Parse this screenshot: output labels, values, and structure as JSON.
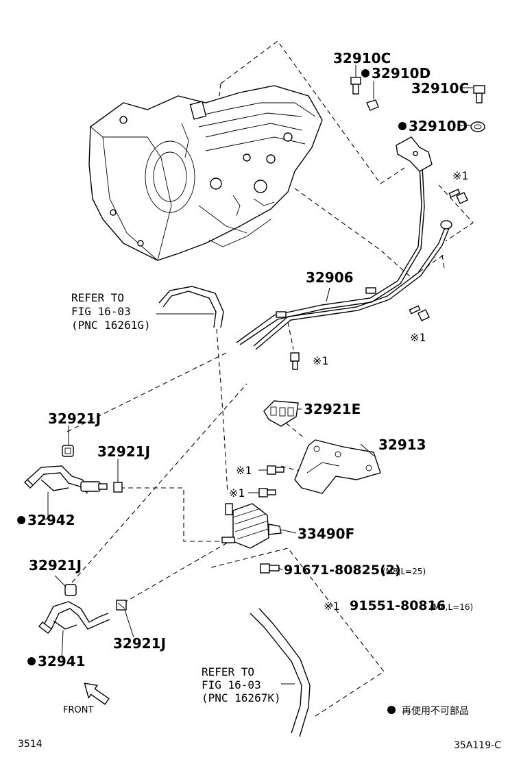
{
  "labels": {
    "p32910C_top": "32910C",
    "p32910D_top": "32910D",
    "p32910C_right": "32910C",
    "p32910D_right": "32910D",
    "p32906": "32906",
    "p32921E": "32921E",
    "p32913": "32913",
    "p32921J_a": "32921J",
    "p32921J_b": "32921J",
    "p32942": "32942",
    "p33490F": "33490F",
    "p32921J_c": "32921J",
    "p32941": "32941",
    "p32921J_d": "32921J",
    "p91671": "91671-80825(2)",
    "p91671_spec": "(M8,L=25)",
    "p91551": "91551-80816",
    "p91551_spec": "(M8,L=16)"
  },
  "marks": {
    "note1": "※1",
    "footnote_text": "再使用不可部品"
  },
  "refer_top": {
    "line1": "REFER TO",
    "line2": "FIG 16-03",
    "line3": "(PNC 16261G)"
  },
  "refer_bottom": {
    "line1": "REFER TO",
    "line2": "FIG 16-03",
    "line3": "(PNC 16267K)"
  },
  "front_label": "FRONT",
  "page_code": "3514",
  "figure_code": "35A119-C"
}
